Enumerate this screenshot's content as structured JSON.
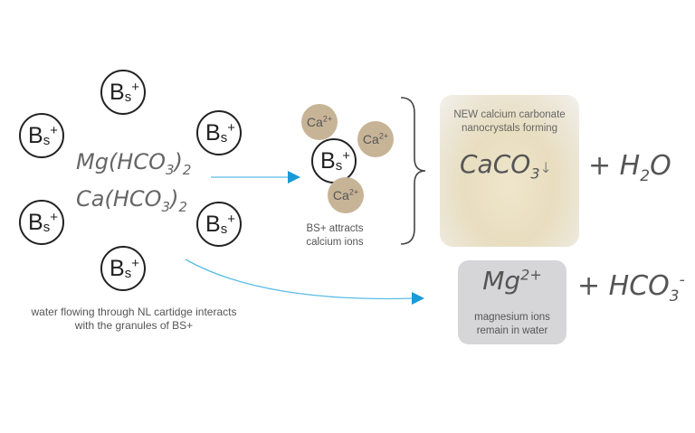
{
  "bs_label": {
    "base": "B",
    "sub": "s",
    "sup": "+"
  },
  "formulas": {
    "mg": {
      "base": "Mg(HCO",
      "sub": "3",
      "close": ")",
      "sub2": "2"
    },
    "ca": {
      "base": "Ca(HCO",
      "sub": "3",
      "close": ")",
      "sub2": "2"
    }
  },
  "left_caption": [
    "water flowing through NL cartidge interacts",
    "with the granules of BS+"
  ],
  "ca_ion": {
    "base": "Ca",
    "sup": "2+"
  },
  "middle_caption": [
    "BS+ attracts",
    "calcium ions"
  ],
  "photo_box": {
    "title": [
      "NEW calcium carbonate",
      "nanocrystals forming"
    ],
    "formula": "CaCO",
    "sub": "3",
    "arrow": "↓"
  },
  "plus_h2o": {
    "pre": "+ H",
    "sub": "2",
    "post": "O"
  },
  "mg_box": {
    "base": "Mg",
    "sup": "2+",
    "caption": [
      "magnesium ions",
      "remain in water"
    ]
  },
  "plus_hco3": {
    "pre": "+ HCO",
    "sub": "3",
    "sup": "-"
  },
  "colors": {
    "arrow": "#1a9ad6",
    "ca_ion": "#c7b497",
    "mg_box": "#d6d6d8"
  }
}
